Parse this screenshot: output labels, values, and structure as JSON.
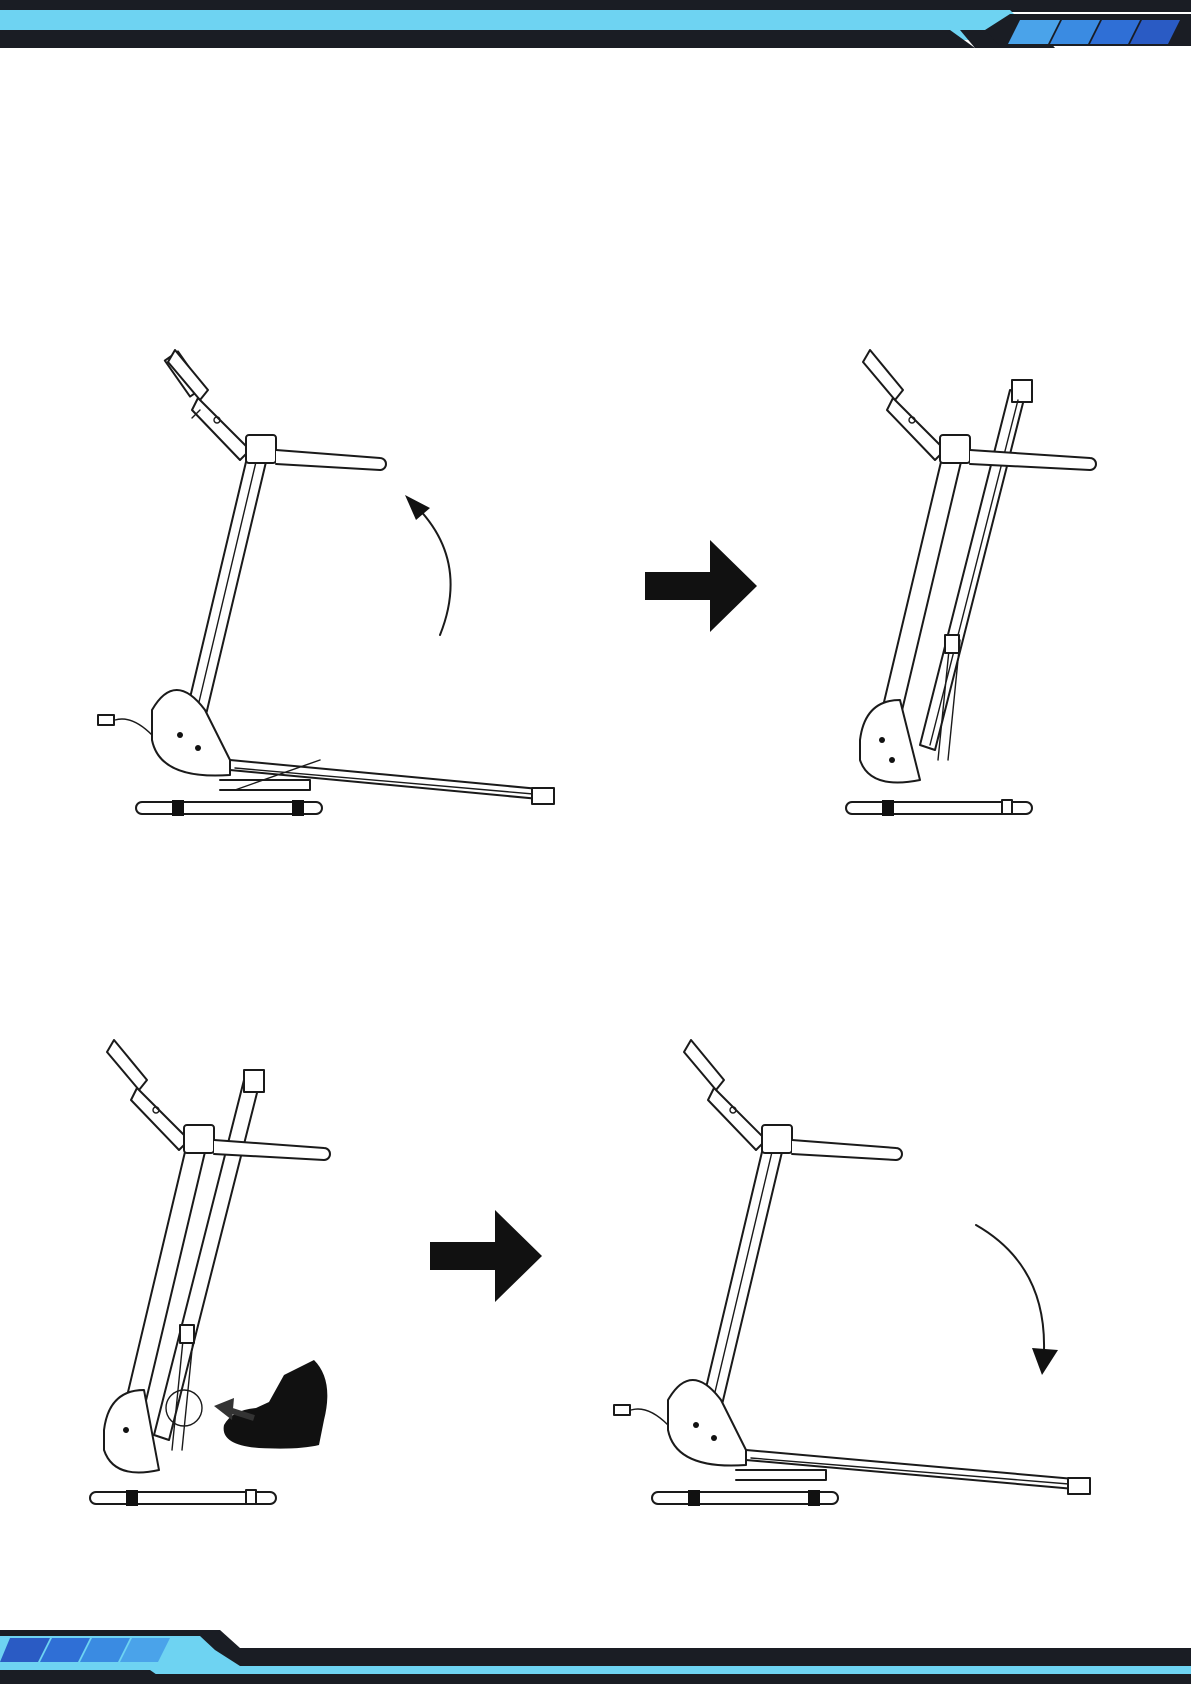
{
  "theme": {
    "band_light": "#6ed3f2",
    "band_dark": "#1a1d24",
    "band_blue": "#2f6fd6",
    "band_mid": "#4aa3ea",
    "ink": "#1a1a1a"
  },
  "steps": [
    {
      "id": 1,
      "state": "unfolded",
      "icon": "lift-up-arrow-icon"
    },
    {
      "id": 2,
      "state": "folded",
      "icon": "none"
    },
    {
      "id": 3,
      "state": "folded",
      "icon": "foot-press-icon"
    },
    {
      "id": 4,
      "state": "unfolded",
      "icon": "lower-down-arrow-icon"
    }
  ],
  "transitions": [
    {
      "from": 1,
      "to": 2,
      "icon": "right-arrow-icon"
    },
    {
      "from": 3,
      "to": 4,
      "icon": "right-arrow-icon"
    }
  ]
}
